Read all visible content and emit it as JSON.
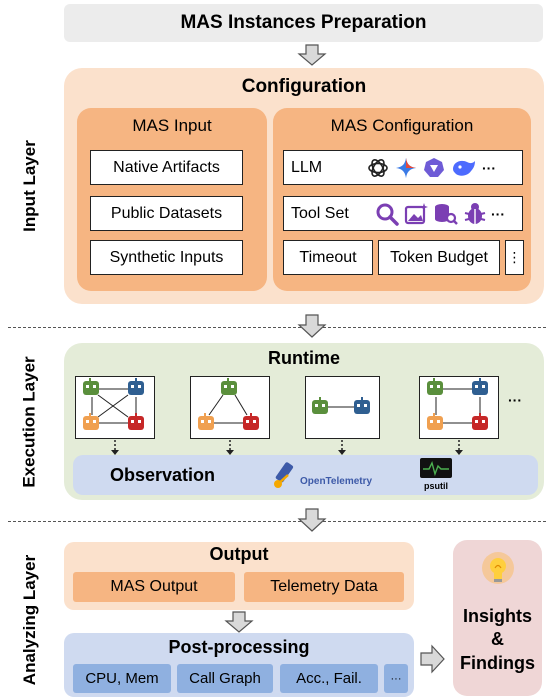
{
  "top": {
    "title": "MAS Instances Preparation"
  },
  "layers": {
    "input": "Input Layer",
    "execution": "Execution Layer",
    "analyzing": "Analyzing Layer"
  },
  "configuration": {
    "title": "Configuration",
    "mas_input": {
      "title": "MAS Input",
      "items": [
        "Native Artifacts",
        "Public Datasets",
        "Synthetic Inputs"
      ]
    },
    "mas_configuration": {
      "title": "MAS Configuration",
      "llm_label": "LLM",
      "llm_icons": [
        "openai-icon",
        "gemini-icon",
        "model-icon",
        "deepseek-icon"
      ],
      "toolset_label": "Tool Set",
      "toolset_icons": [
        "search-icon",
        "image-gen-icon",
        "database-search-icon",
        "bug-icon"
      ],
      "ellipsis": "···",
      "timeout_label": "Timeout",
      "token_budget_label": "Token Budget",
      "vertical_ellipsis": "⋮"
    }
  },
  "runtime": {
    "title": "Runtime",
    "more": "···",
    "observation_label": "Observation",
    "opentelemetry": "OpenTelemetry",
    "psutil": "psutil",
    "agent_colors": {
      "green": "#5a8f3c",
      "blue": "#2f5f91",
      "orange": "#f0a050",
      "red": "#c62828"
    }
  },
  "output": {
    "title": "Output",
    "items": [
      "MAS Output",
      "Telemetry Data"
    ]
  },
  "post_processing": {
    "title": "Post-processing",
    "items": [
      "CPU, Mem",
      "Call Graph",
      "Acc., Fail.",
      "···"
    ]
  },
  "insights": {
    "line1": "Insights",
    "line2": "&",
    "line3": "Findings"
  }
}
